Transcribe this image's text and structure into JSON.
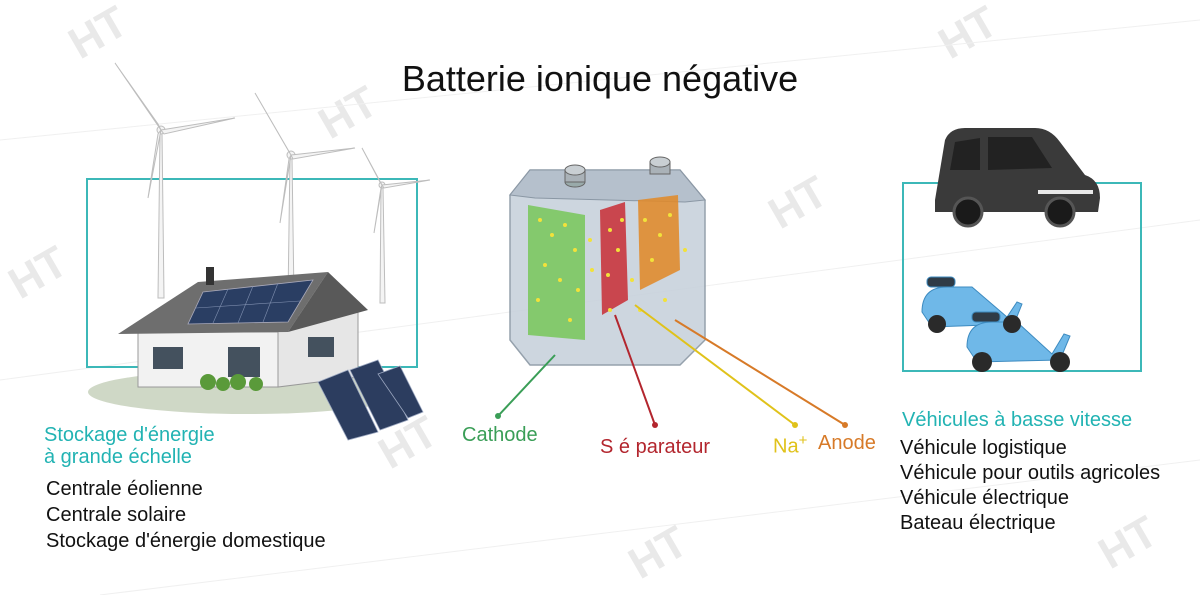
{
  "title": "Batterie ionique négative",
  "watermark": "HT",
  "left_panel": {
    "heading_line1": "Stockage d'énergie",
    "heading_line2": "à grande échelle",
    "items": [
      "Centrale éolienne",
      "Centrale solaire",
      "Stockage d'énergie domestique"
    ]
  },
  "battery_labels": {
    "cathode": "Cathode",
    "separator": "S é parateur",
    "ion": "Na",
    "ion_charge": "+",
    "anode": "Anode"
  },
  "right_panel": {
    "heading": "Véhicules à basse vitesse",
    "items": [
      "Véhicule logistique",
      "Véhicule pour outils agricoles",
      "Véhicule électrique",
      "Bateau électrique"
    ]
  },
  "colors": {
    "teal": "#22b3b3",
    "cathode": "#3a9e57",
    "separator": "#b3262e",
    "ion": "#e0c21a",
    "anode": "#d77a28"
  }
}
